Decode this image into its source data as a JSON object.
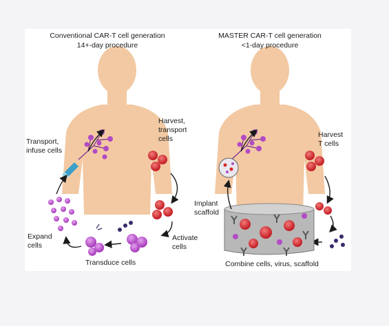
{
  "left": {
    "title": "Conventional CAR-T cell generation",
    "subtitle": "14+-day procedure",
    "transport_infuse": [
      "Transport,",
      "infuse cells"
    ],
    "harvest_transport": [
      "Harvest,",
      "transport",
      "cells"
    ],
    "activate": [
      "Activate",
      "cells"
    ],
    "transduce": "Transduce cells",
    "expand": [
      "Expand",
      "cells"
    ]
  },
  "right": {
    "title": "MASTER CAR-T cell generation",
    "subtitle": "<1-day procedure",
    "harvest": [
      "Harvest",
      "T cells"
    ],
    "implant": [
      "Implant",
      "scaffold"
    ],
    "combine": "Combine cells, virus, scaffold"
  },
  "colors": {
    "skin": "#f2c9a3",
    "t_cell": "#d9262b",
    "car_t_cell": "#b14bc4",
    "virus": "#3b2a6b",
    "scaffold": "#9a9a9a",
    "arrow": "#1a1a1a"
  },
  "icons": [
    "syringe-icon",
    "t-cell-icon",
    "virus-icon",
    "scaffold-icon",
    "arrow-icon"
  ]
}
